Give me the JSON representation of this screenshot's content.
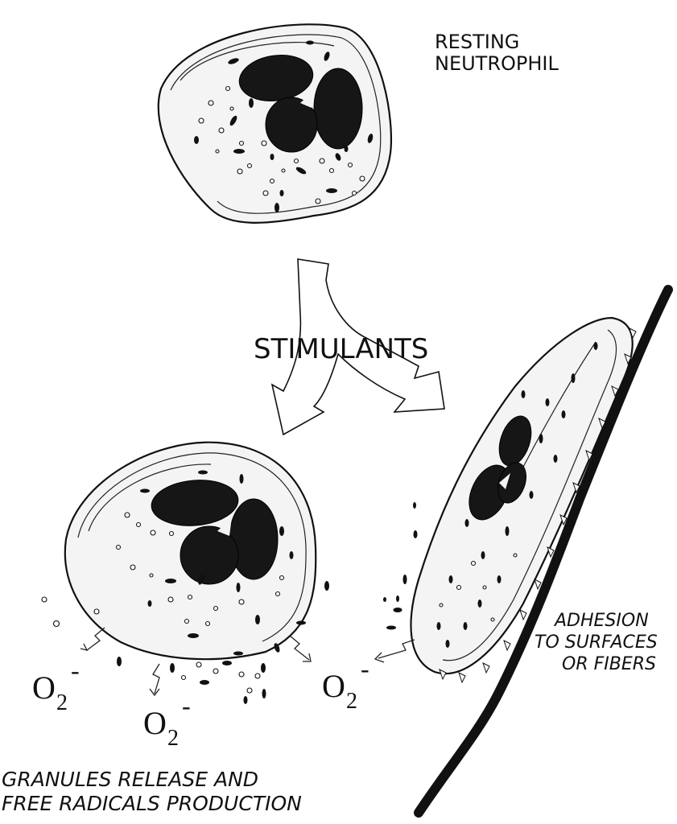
{
  "labels": {
    "resting_line1": "RESTING",
    "resting_line2": "NEUTROPHIL",
    "stimulants": "STIMULANTS",
    "adhesion_line1": "ADHESION",
    "adhesion_line2": "TO SURFACES",
    "adhesion_line3": "OR FIBERS",
    "granules_line1": "GRANULES RELEASE AND",
    "granules_line2": "FREE RADICALS PRODUCTION"
  },
  "superoxide": {
    "base": "O",
    "subscript": "2",
    "superscript": "-"
  },
  "colors": {
    "ink": "#111111",
    "cell_fill": "#f4f4f4",
    "nucleus": "#161616",
    "background": "#ffffff"
  }
}
